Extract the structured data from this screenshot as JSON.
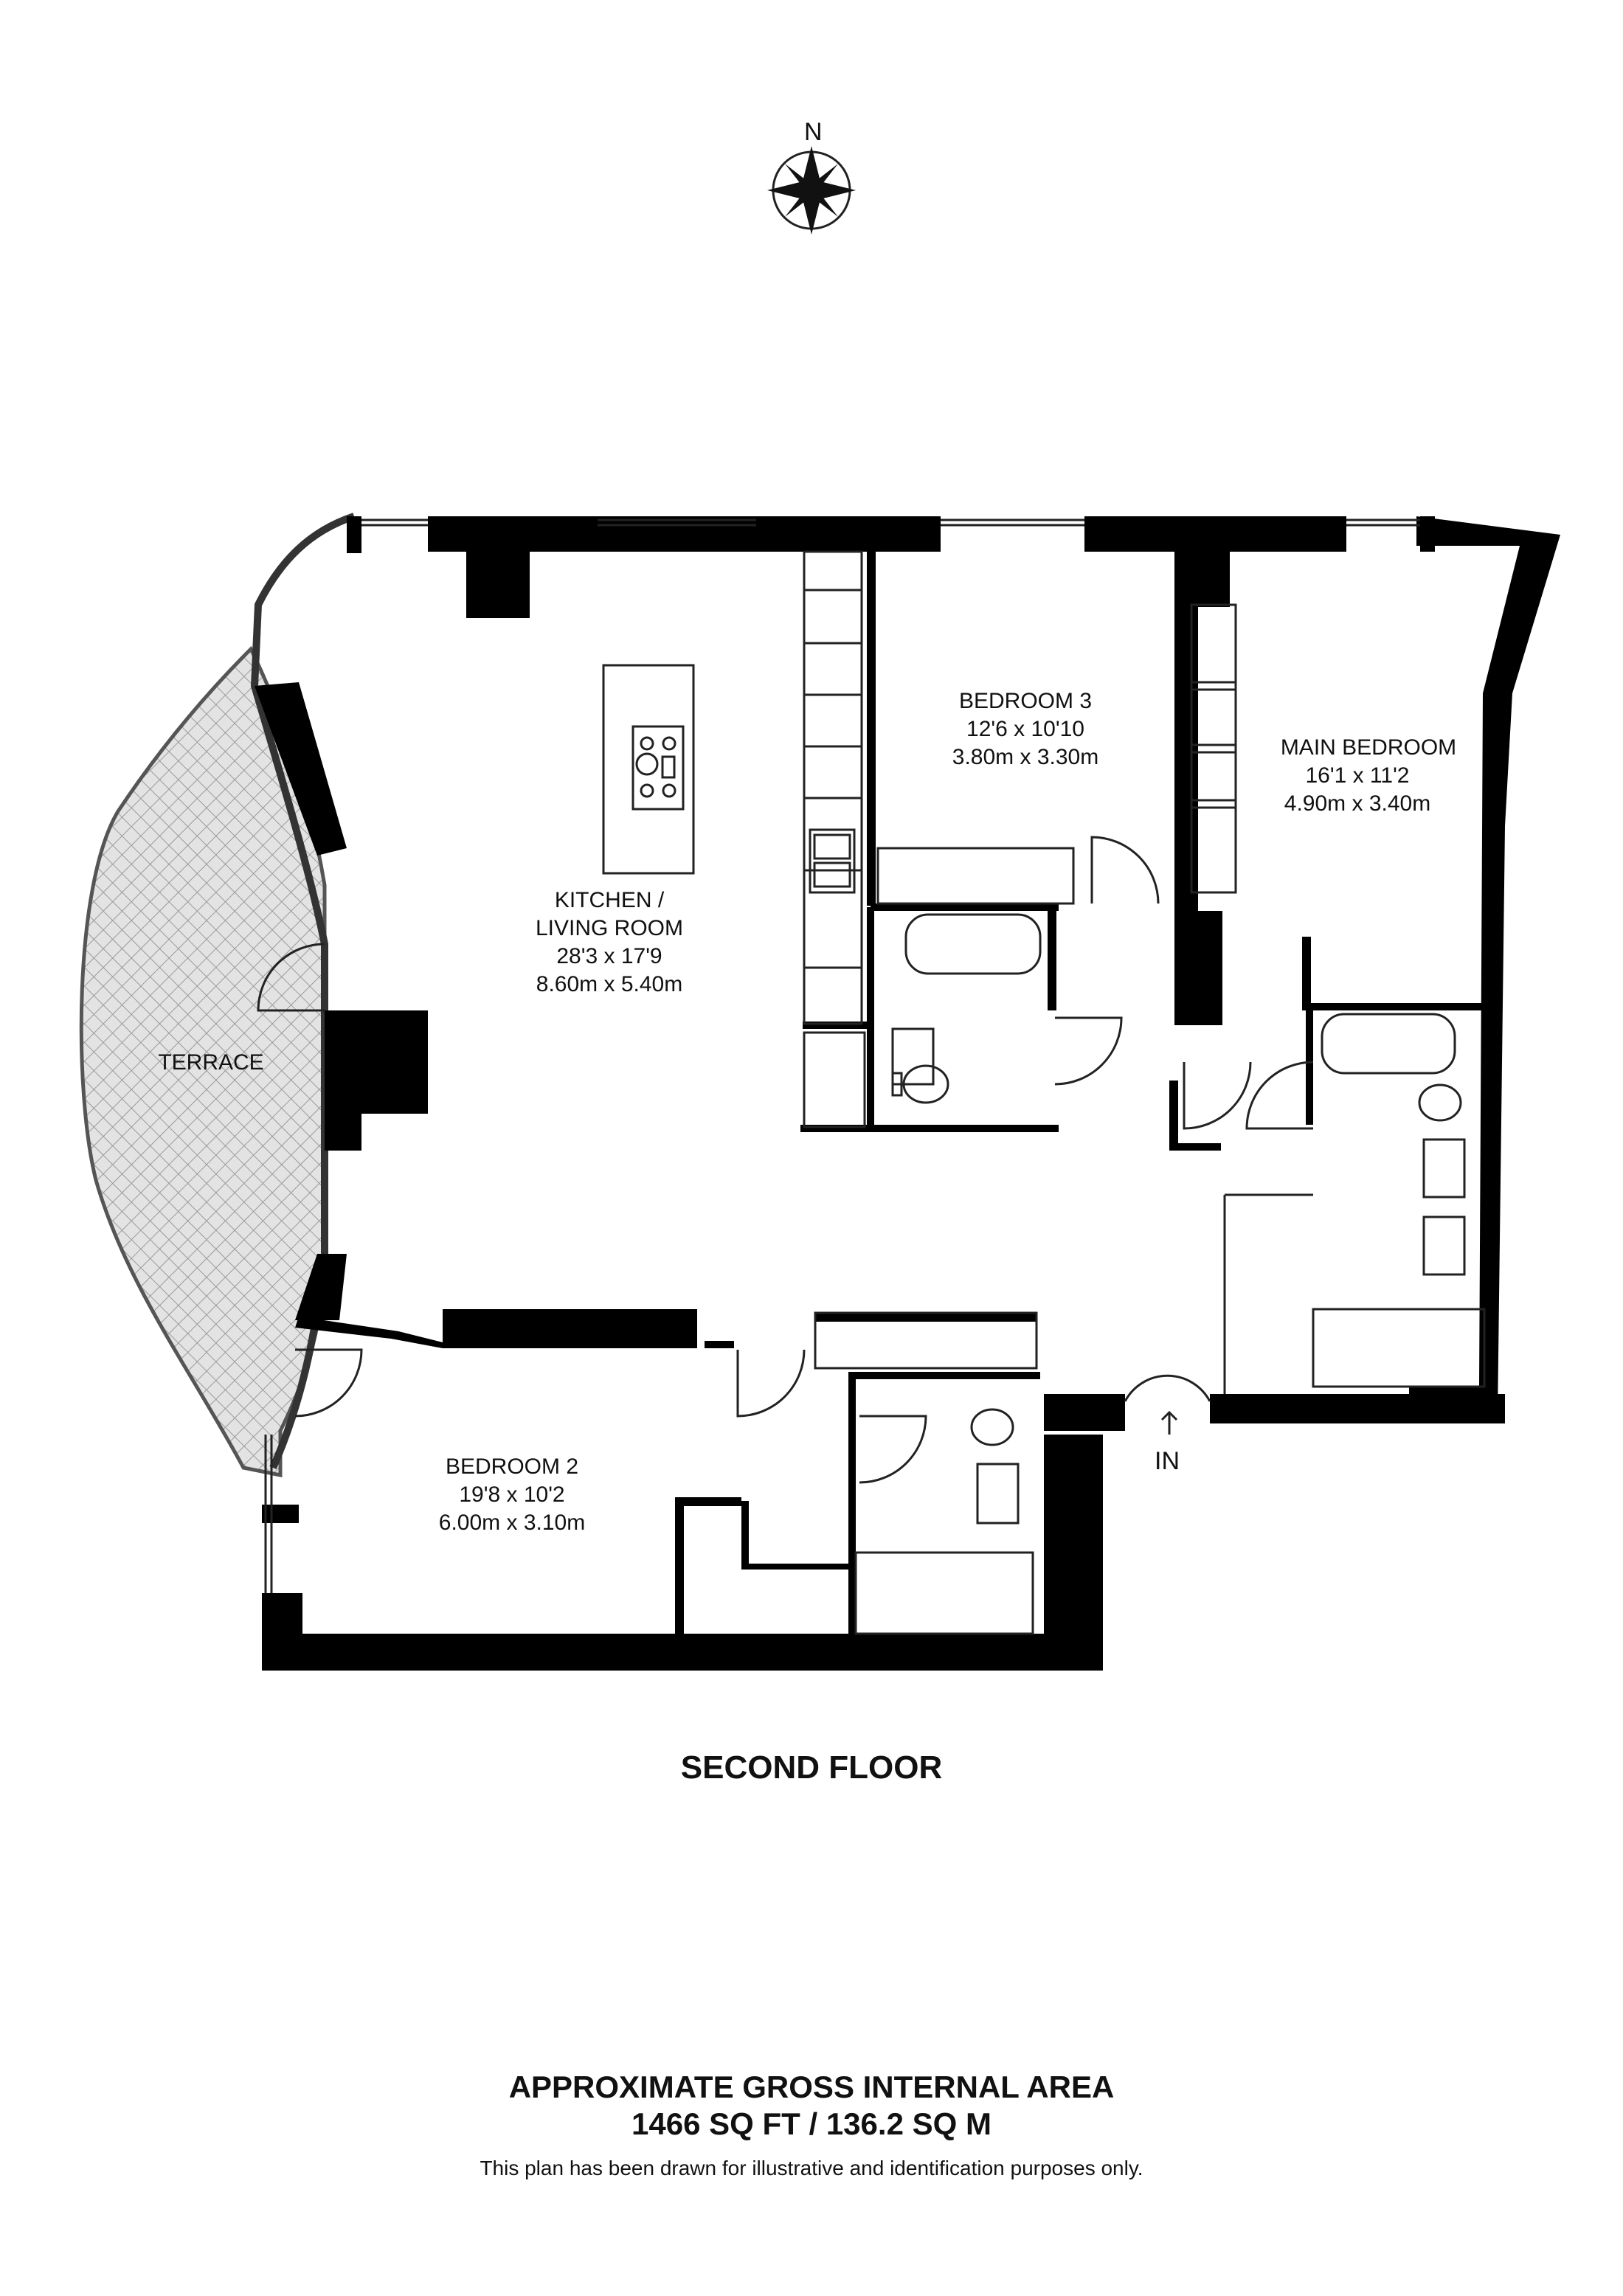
{
  "compass": {
    "label": "N"
  },
  "rooms": {
    "kitchen": {
      "name_line1": "KITCHEN /",
      "name_line2": "LIVING ROOM",
      "imperial": "28'3 x 17'9",
      "metric": "8.60m x 5.40m"
    },
    "bedroom3": {
      "name": "BEDROOM 3",
      "imperial": "12'6 x 10'10",
      "metric": "3.80m x 3.30m"
    },
    "main_bedroom": {
      "name": "MAIN BEDROOM",
      "imperial": "16'1 x 11'2",
      "metric": "4.90m x 3.40m"
    },
    "bedroom2": {
      "name": "BEDROOM 2",
      "imperial": "19'8 x 10'2",
      "metric": "6.00m x 3.10m"
    },
    "terrace": {
      "name": "TERRACE"
    }
  },
  "entrance": {
    "label": "IN"
  },
  "floor_title": "SECOND FLOOR",
  "area": {
    "title": "APPROXIMATE GROSS INTERNAL AREA",
    "value": "1466 SQ FT / 136.2 SQ M"
  },
  "disclaimer": "This plan has been drawn for illustrative and identification purposes only.",
  "colors": {
    "wall": "#000000",
    "terrace_fill": "#dcdcdc",
    "line": "#222222"
  }
}
